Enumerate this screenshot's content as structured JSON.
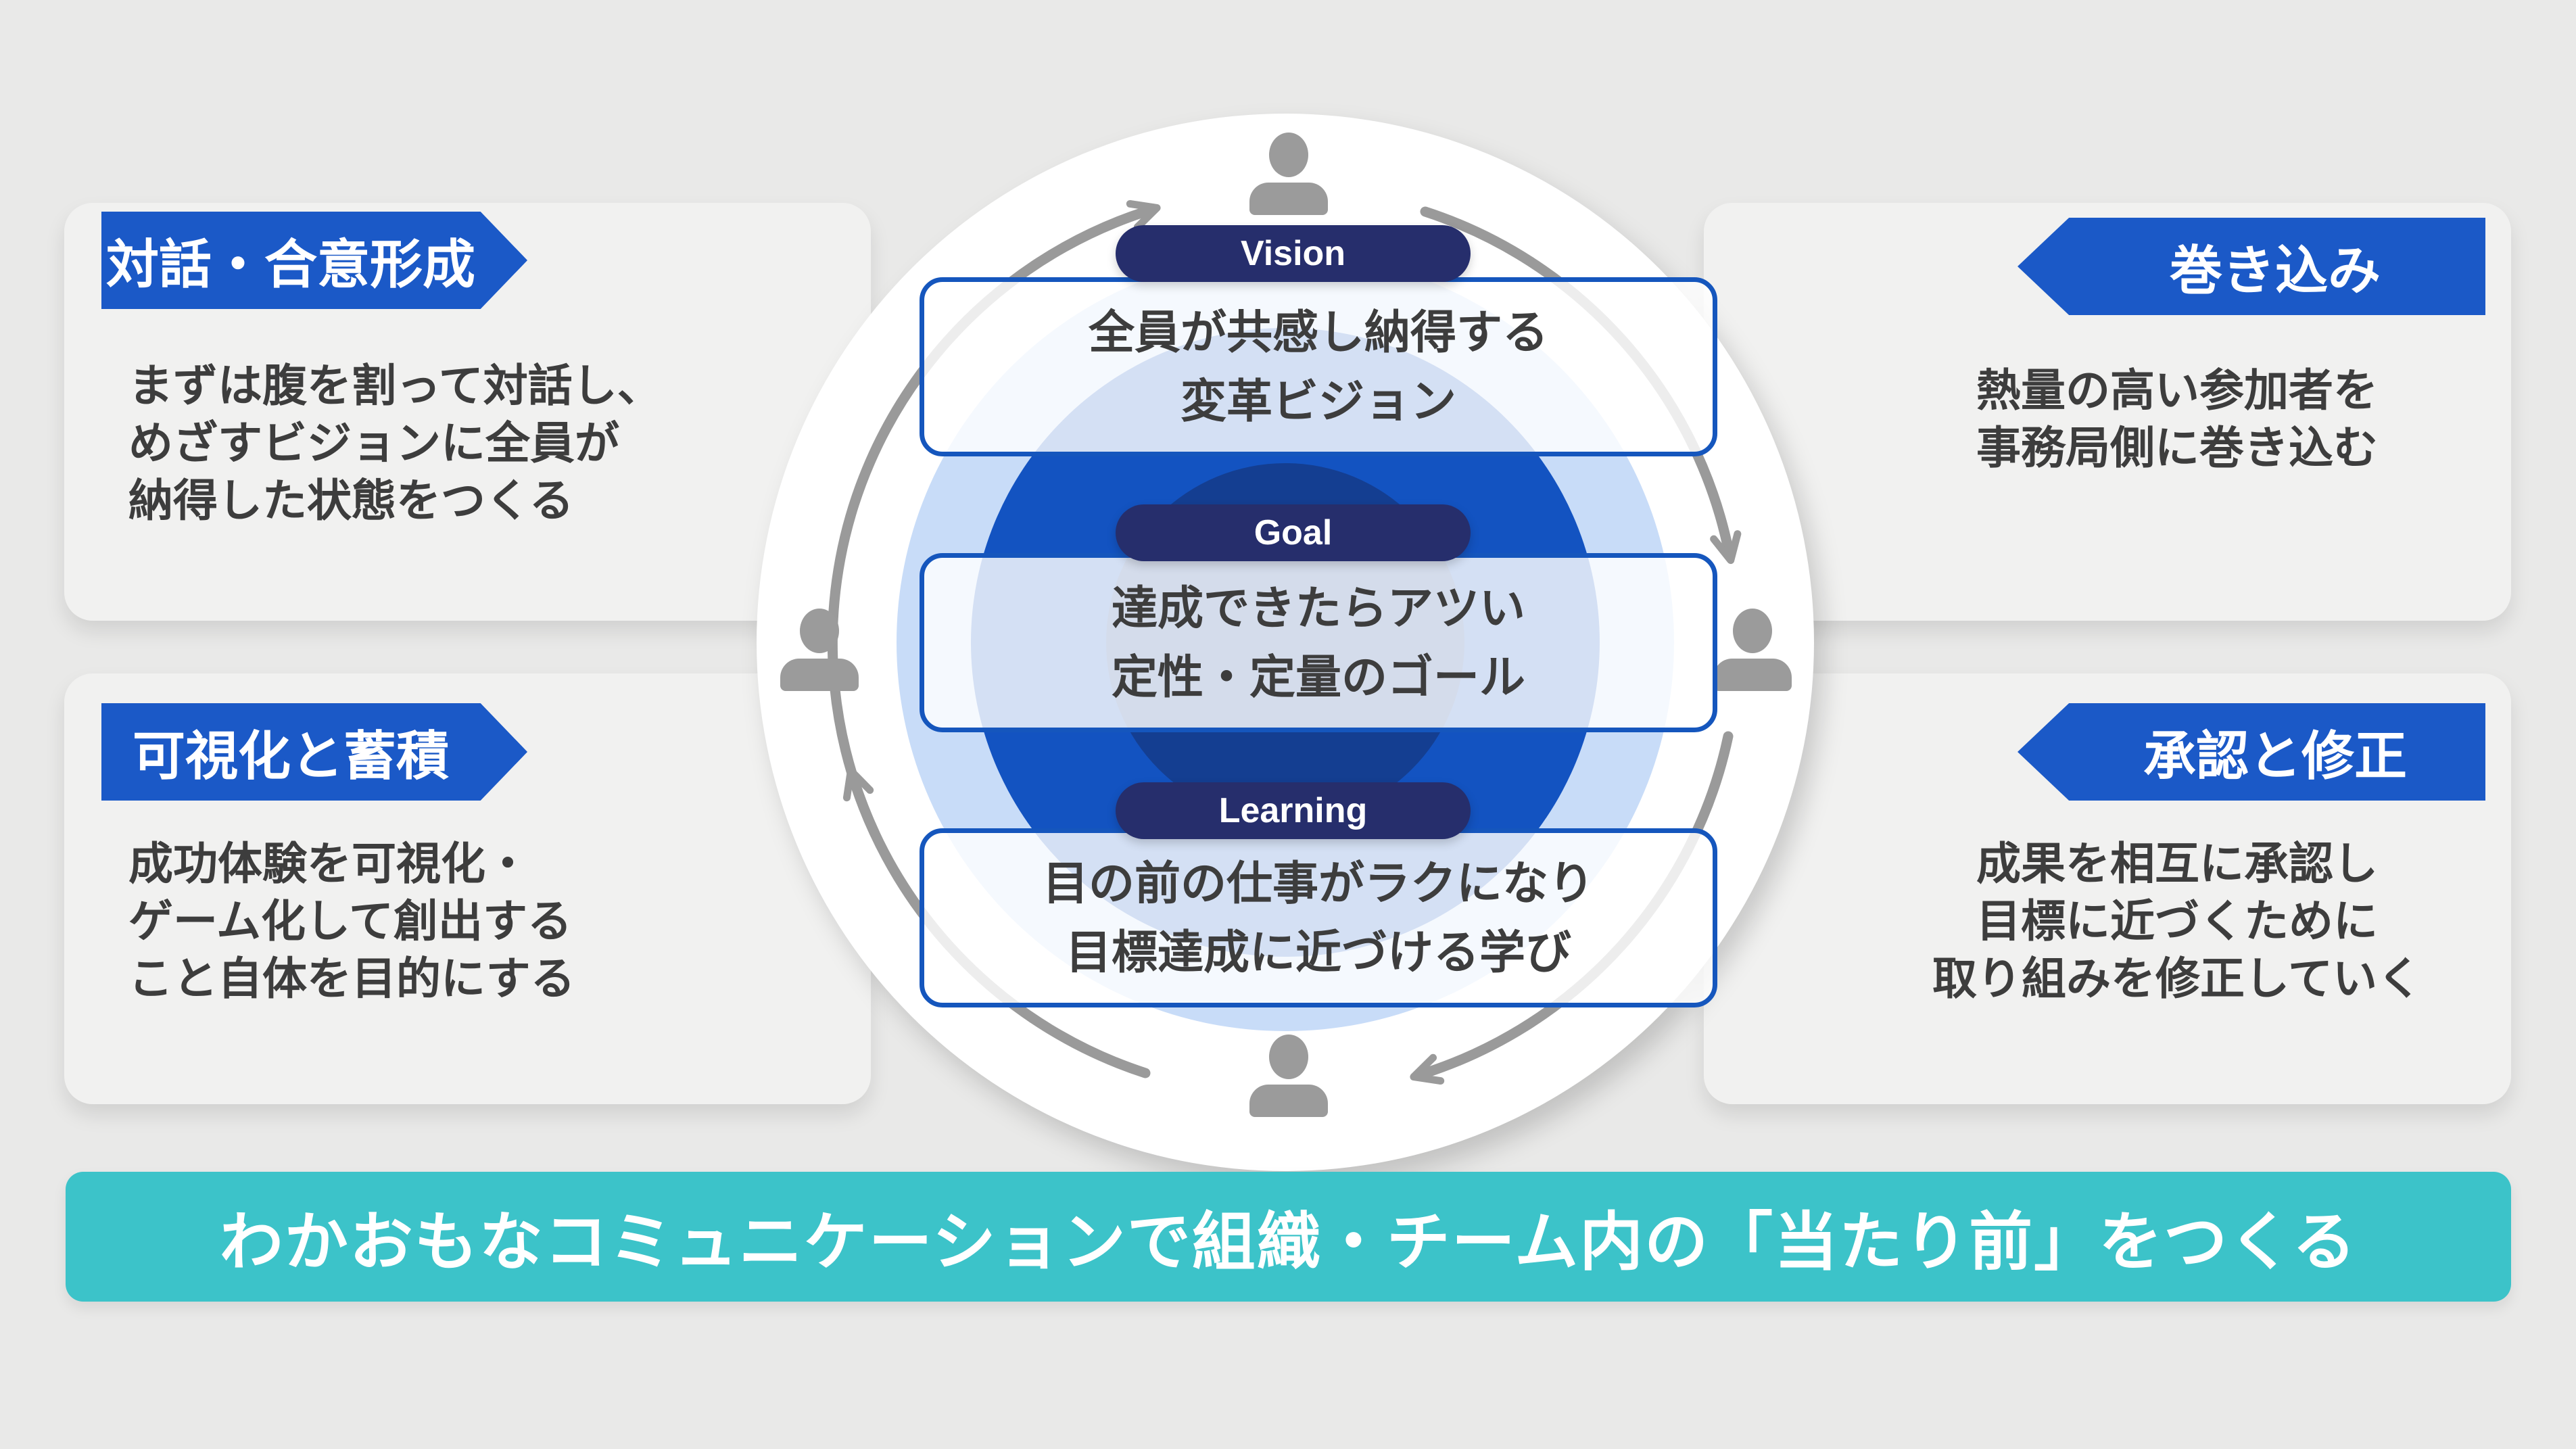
{
  "colors": {
    "bg": "#e9e9e8",
    "panel": "#f1f1f0",
    "accent": "#1b59c7",
    "pill": "#262e6c",
    "ring-light": "#c8dcf8",
    "ring-bright": "#1353c1",
    "ring-dark": "#143e91",
    "teal": "#3cc3c9",
    "ink": "#3d3d3d",
    "gray-icon": "#9b9b9b"
  },
  "panels": [
    {
      "id": "dialogue",
      "label": "対話・合意形成",
      "arrow_direction": "right",
      "lines": [
        "まずは腹を割って対話し、",
        "めざすビジョンに全員が",
        "納得した状態をつくる"
      ]
    },
    {
      "id": "involvement",
      "label": "巻き込み",
      "arrow_direction": "left",
      "lines": [
        "熱量の高い参加者を",
        "事務局側に巻き込む"
      ]
    },
    {
      "id": "visualization",
      "label": "可視化と蓄積",
      "arrow_direction": "right",
      "lines": [
        "成功体験を可視化・",
        "ゲーム化して創出する",
        "こと自体を目的にする"
      ]
    },
    {
      "id": "approval",
      "label": "承認と修正",
      "arrow_direction": "left",
      "lines": [
        "成果を相互に承認し",
        "目標に近づくために",
        "取り組みを修正していく"
      ]
    }
  ],
  "cycle": {
    "stages": [
      {
        "tag": "Vision",
        "lines": [
          "全員が共感し納得する",
          "変革ビジョン"
        ]
      },
      {
        "tag": "Goal",
        "lines": [
          "達成できたらアツい",
          "定性・定量のゴール"
        ]
      },
      {
        "tag": "Learning",
        "lines": [
          "目の前の仕事がラクになり",
          "目標達成に近づける学び"
        ]
      }
    ],
    "people_count": 4,
    "direction": "clockwise"
  },
  "banner": {
    "text": "わかおもなコミュニケーションで組織・チーム内の「当たり前」をつくる"
  }
}
